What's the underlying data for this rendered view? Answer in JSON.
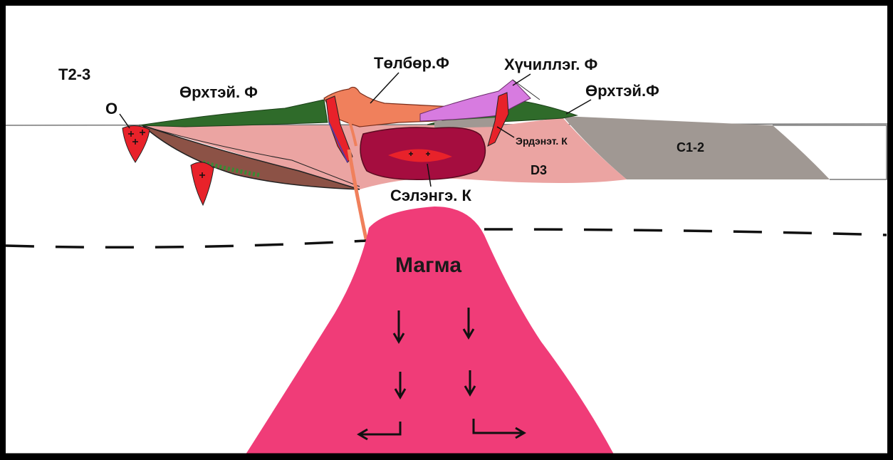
{
  "labels": {
    "t23": "T2-3",
    "o": "O",
    "orkhtei_left": "Өрхтэй. Ф",
    "tolbor": "Төлбөр.Ф",
    "khuchilleg": "Хүчиллэг. Ф",
    "orkhtei_right": "Өрхтэй.Ф",
    "erdenet": "Эрдэнэт. К",
    "c12": "C1-2",
    "d3": "D3",
    "selenge": "Сэлэнгэ. К",
    "magma": "Магма"
  },
  "colors": {
    "green": "#2f6b2a",
    "salmon": "#eba4a2",
    "brown": "#8c5246",
    "orange": "#f0805c",
    "violet": "#d77be0",
    "gray": "#a09893",
    "crimson": "#a50d3f",
    "red": "#e8222a",
    "magma": "#f03c78"
  }
}
